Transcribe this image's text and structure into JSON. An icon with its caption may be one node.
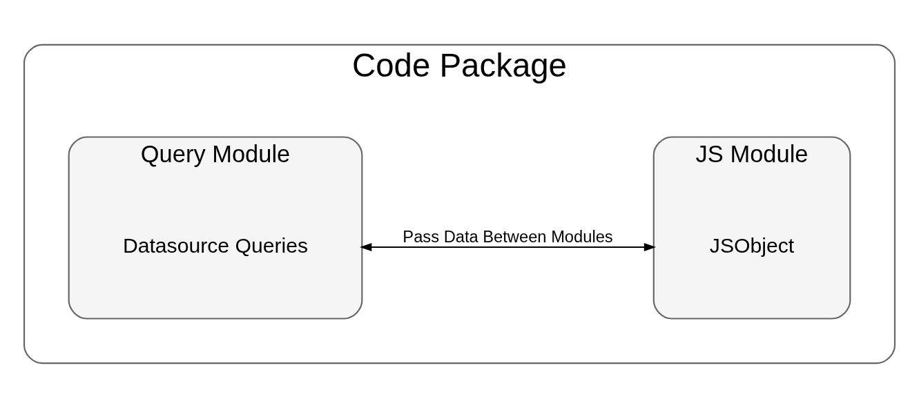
{
  "diagram": {
    "nodes": [
      {
        "text": [
          "Code Package"
        ]
      },
      {
        "text": [
          "Query Module"
        ],
        "in": 0
      },
      {
        "text": [
          "Datasource Queries"
        ],
        "in": 1
      },
      {
        "text": [
          "JS Module"
        ],
        "in": 0
      },
      {
        "text": [
          "JSObject"
        ],
        "in": 3
      }
    ],
    "edges": [
      {
        "from": 1,
        "to": 3,
        "arrow": "both",
        "label": "Pass Data Between Modules"
      }
    ]
  }
}
